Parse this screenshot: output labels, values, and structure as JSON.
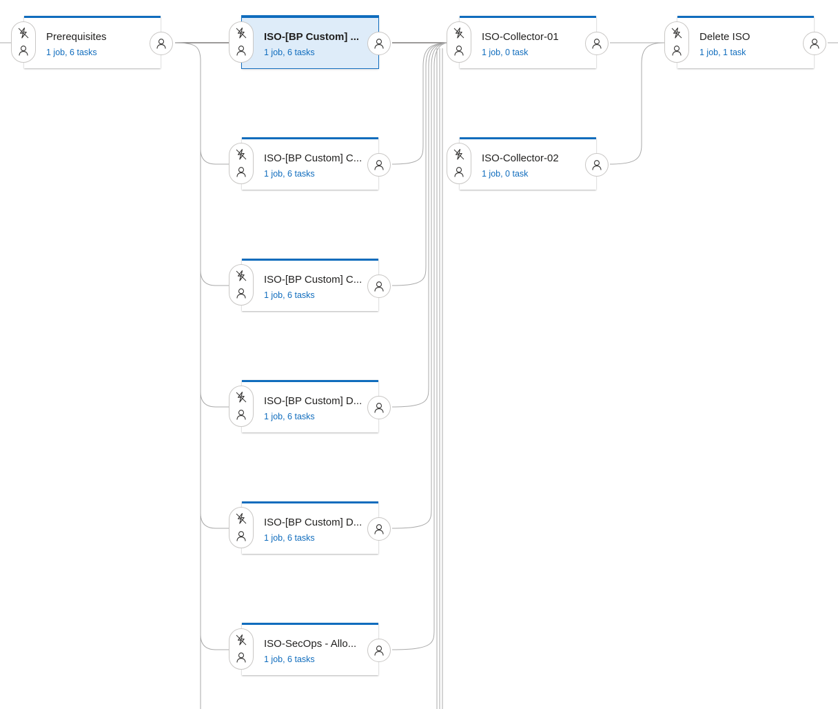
{
  "pipeline": {
    "stages": [
      {
        "id": "prereq",
        "name": "Prerequisites",
        "summary": "1 job, 6 tasks",
        "selected": false
      },
      {
        "id": "iso-bp-1",
        "name": "ISO-[BP Custom] ...",
        "summary": "1 job, 6 tasks",
        "selected": true
      },
      {
        "id": "iso-bp-c1",
        "name": "ISO-[BP Custom] C...",
        "summary": "1 job, 6 tasks",
        "selected": false
      },
      {
        "id": "iso-bp-c2",
        "name": "ISO-[BP Custom] C...",
        "summary": "1 job, 6 tasks",
        "selected": false
      },
      {
        "id": "iso-bp-d1",
        "name": "ISO-[BP Custom] D...",
        "summary": "1 job, 6 tasks",
        "selected": false
      },
      {
        "id": "iso-bp-d2",
        "name": "ISO-[BP Custom] D...",
        "summary": "1 job, 6 tasks",
        "selected": false
      },
      {
        "id": "iso-secops",
        "name": "ISO-SecOps - Allo...",
        "summary": "1 job, 6 tasks",
        "selected": false
      },
      {
        "id": "collector-01",
        "name": "ISO-Collector-01",
        "summary": "1 job, 0 task",
        "selected": false
      },
      {
        "id": "collector-02",
        "name": "ISO-Collector-02",
        "summary": "1 job, 0 task",
        "selected": false
      },
      {
        "id": "delete-iso",
        "name": "Delete ISO",
        "summary": "1 job, 1 task",
        "selected": false
      }
    ]
  },
  "icons": {
    "pre_trigger": "lightning-trigger-icon",
    "pre_approver": "person-approver-icon",
    "post_approver": "person-approver-icon"
  },
  "colors": {
    "accent": "#0f6cbd",
    "selected_background": "#deecf9",
    "connector": "#a8a8a8",
    "connector_dark": "#605e5c"
  }
}
